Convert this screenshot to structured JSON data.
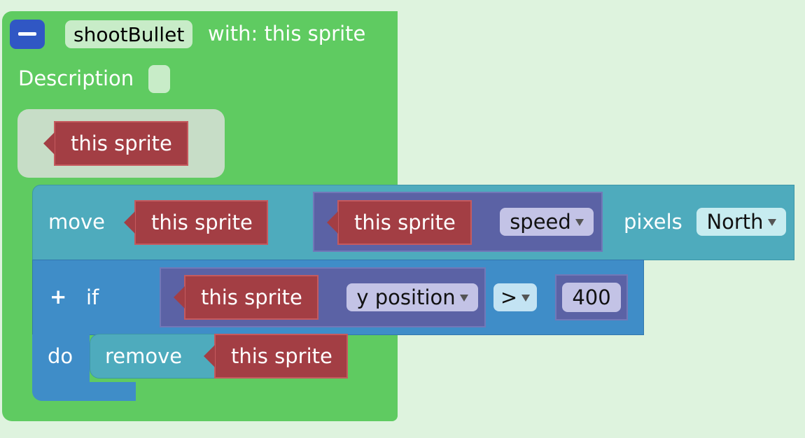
{
  "procedure": {
    "name": "shootBullet",
    "with_label": "with: this sprite",
    "description_label": "Description",
    "param_label": "this sprite"
  },
  "move_block": {
    "label": "move",
    "sprite_label": "this sprite",
    "property_sprite_label": "this sprite",
    "property_value": "speed",
    "pixels_label": "pixels",
    "direction_value": "North"
  },
  "if_block": {
    "plus_label": "+",
    "if_label": "if",
    "do_label": "do",
    "sprite_label": "this sprite",
    "property_value": "y position",
    "operator_value": ">",
    "number_value": "400"
  },
  "remove_block": {
    "label": "remove",
    "sprite_label": "this sprite"
  },
  "colors": {
    "background": "#def3de",
    "procedure": "#5fcb61",
    "move": "#4eabbd",
    "if": "#3f8dc8",
    "sprite": "#a33e44",
    "getter": "#5b62a5",
    "collapse_button": "#3057c4"
  },
  "icons": {
    "collapse": "minus-icon",
    "dropdown": "triangle-down-icon"
  }
}
